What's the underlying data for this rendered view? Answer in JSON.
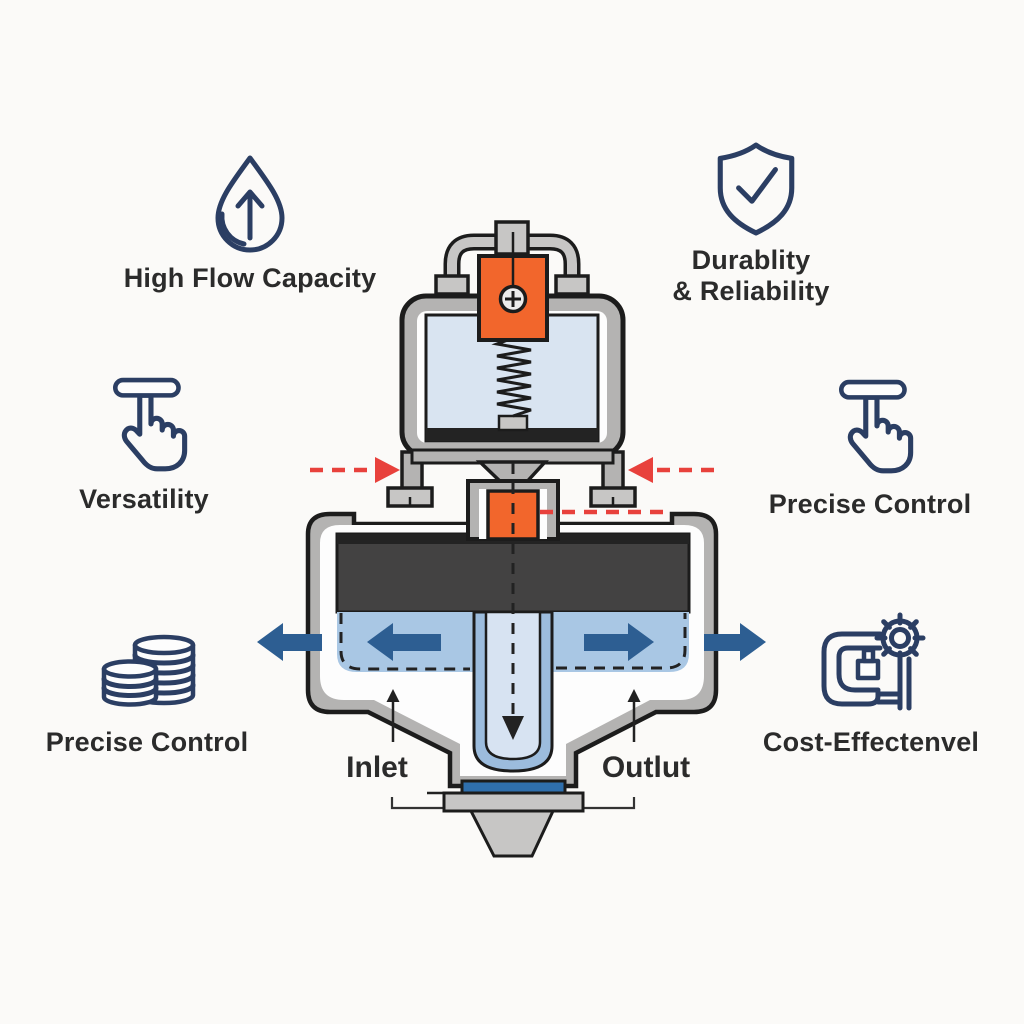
{
  "page": {
    "type": "pressure-regulator-valve-infographic"
  },
  "features": [
    {
      "id": "high-flow",
      "icon": "water-drop-up-arrow-icon",
      "label": "High Flow Capacity"
    },
    {
      "id": "durability",
      "icon": "shield-check-icon",
      "label_line1": "Durablity",
      "label_line2": "& Reliability"
    },
    {
      "id": "versatility",
      "icon": "tap-gesture-icon",
      "label": "Versatility"
    },
    {
      "id": "precise-control-right",
      "icon": "tap-gesture-icon",
      "label": "Precise Control"
    },
    {
      "id": "precise-control-left",
      "icon": "coin-stacks-icon",
      "label": "Precise Control"
    },
    {
      "id": "cost-effective",
      "icon": "gear-pipe-icon",
      "label": "Cost-Effectenvel"
    }
  ],
  "diagram": {
    "inlet_label": "Inlet",
    "outlet_label": "Outlut"
  },
  "colors": {
    "bg": "#fbfaf8",
    "text": "#2b2b2b",
    "navy": "#2b3e63",
    "outline": "#1c1c1c",
    "orange": "#f2662c",
    "gray": "#b4b3b2",
    "graylight": "#c7c6c5",
    "dark": "#434242",
    "darktop": "#232323",
    "chamber": "#d9e4f1",
    "fluid": "#a9c7e4",
    "tubewall": "#9cbcdd",
    "tubein": "#d7e3f2",
    "arrowblue": "#2d5e92",
    "gasket": "#2f6fad",
    "red": "#e8413c"
  }
}
